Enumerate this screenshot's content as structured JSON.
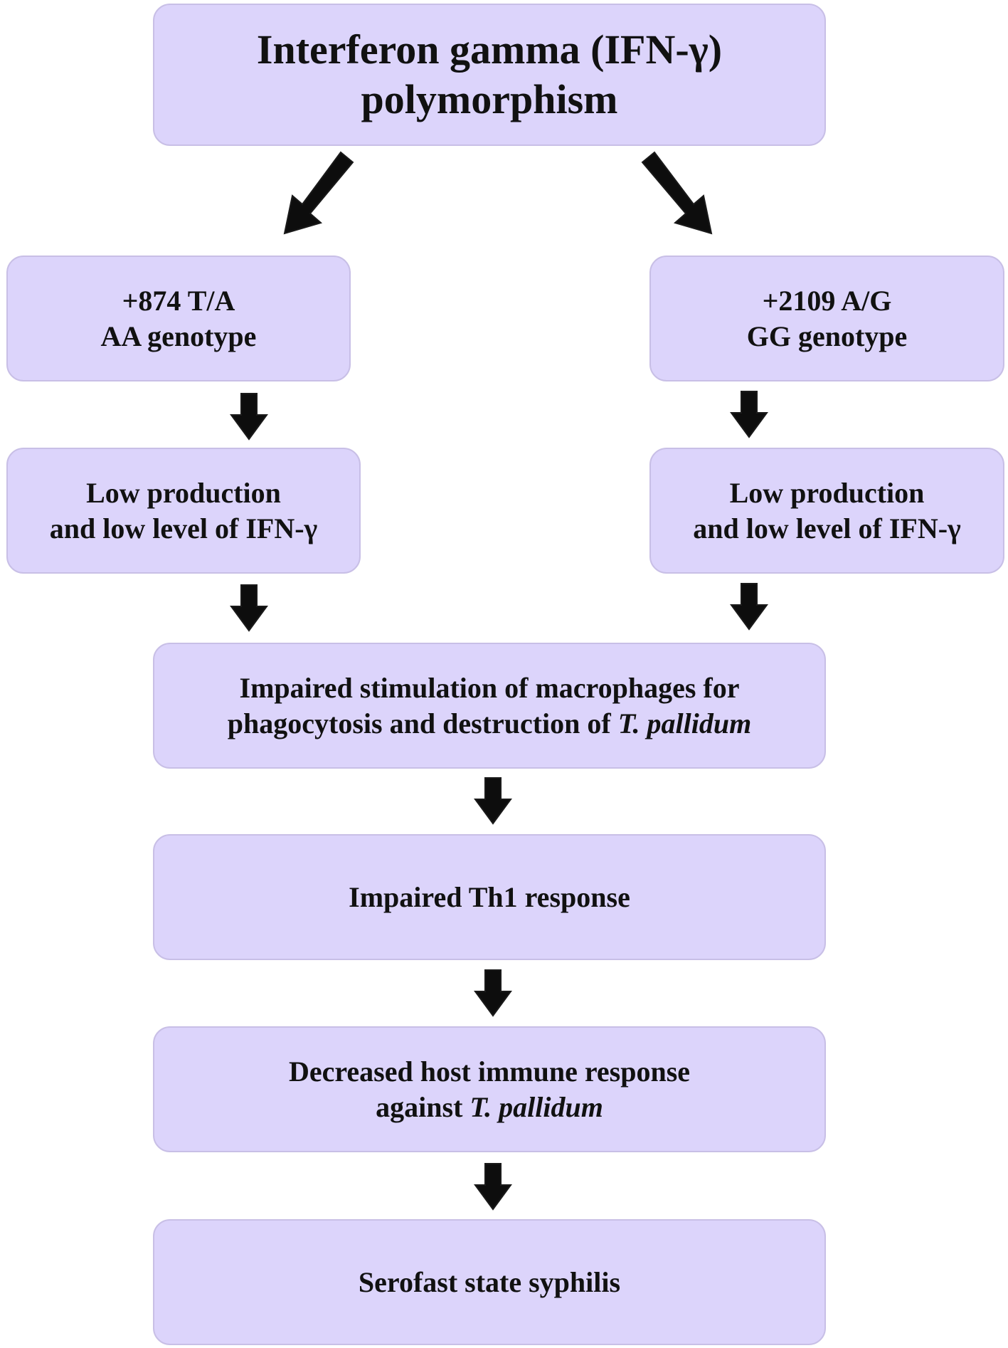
{
  "nodes": {
    "top": {
      "line1": "Interferon gamma (IFN-γ)",
      "line2": "polymorphism"
    },
    "left_genotype": {
      "line1": "+874 T/A",
      "line2": "AA genotype"
    },
    "right_genotype": {
      "line1": "+2109 A/G",
      "line2": "GG genotype"
    },
    "left_production": {
      "line1": "Low production",
      "line2": "and low level of IFN-γ"
    },
    "right_production": {
      "line1": "Low production",
      "line2": "and low level of IFN-γ"
    },
    "macrophages": {
      "line1": "Impaired stimulation of macrophages for",
      "line2_prefix": "phagocytosis and destruction of ",
      "line2_italic": "T. pallidum"
    },
    "th1": {
      "line1": "Impaired Th1 response"
    },
    "immune": {
      "line1": "Decreased host immune response",
      "line2_prefix": "against ",
      "line2_italic": "T. pallidum"
    },
    "serofast": {
      "line1": "Serofast state syphilis"
    }
  },
  "colors": {
    "box_fill": "#dcd4fb",
    "box_border": "#c8bfe6",
    "arrow": "#0d0d0d",
    "text": "#111111"
  }
}
